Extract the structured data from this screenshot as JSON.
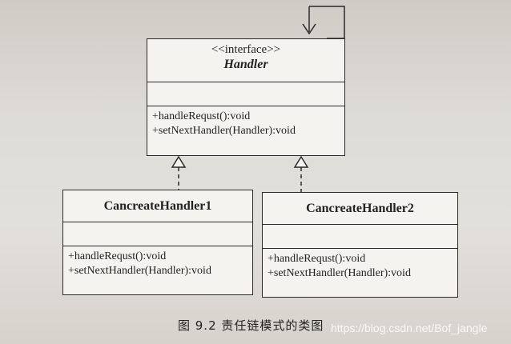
{
  "handler": {
    "stereotype": "<<interface>>",
    "name": "Handler",
    "methods": [
      "+handleRequst():void",
      "+setNextHandler(Handler):void"
    ]
  },
  "concrete1": {
    "name": "CancreateHandler1",
    "methods": [
      "+handleRequst():void",
      "+setNextHandler(Handler):void"
    ]
  },
  "concrete2": {
    "name": "CancreateHandler2",
    "methods": [
      "+handleRequst():void",
      "+setNextHandler(Handler):void"
    ]
  },
  "caption": "图 9.2   责任链模式的类图",
  "watermark": "https://blog.csdn.net/Bof_jangle",
  "colors": {
    "line": "#2a2a2a",
    "box_fill": "#f4f3ef"
  }
}
